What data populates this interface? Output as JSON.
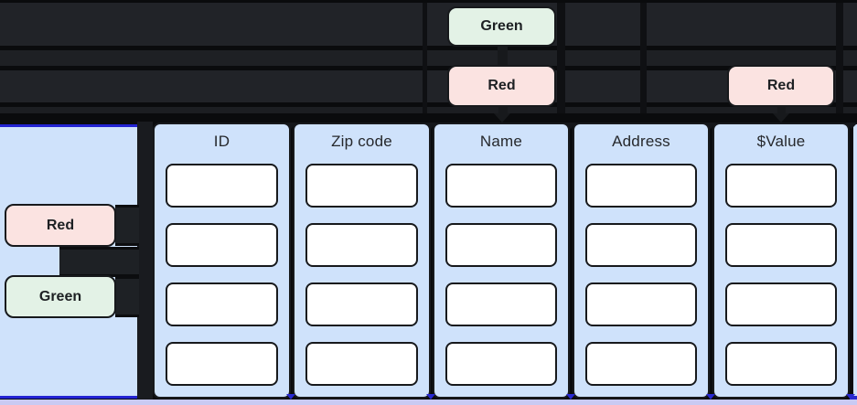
{
  "diagram": {
    "top_nodes": {
      "green_top": {
        "label": "Green"
      },
      "red_center": {
        "label": "Red"
      },
      "red_right": {
        "label": "Red"
      }
    },
    "left_panel": {
      "badge_red": {
        "label": "Red"
      },
      "badge_green": {
        "label": "Green"
      }
    },
    "table": {
      "columns": [
        {
          "header": "ID",
          "cells": [
            "",
            "",
            "",
            ""
          ]
        },
        {
          "header": "Zip code",
          "cells": [
            "",
            "",
            "",
            ""
          ]
        },
        {
          "header": "Name",
          "cells": [
            "",
            "",
            "",
            ""
          ]
        },
        {
          "header": "Address",
          "cells": [
            "",
            "",
            "",
            ""
          ]
        },
        {
          "header": "$Value",
          "cells": [
            "",
            "",
            "",
            ""
          ]
        }
      ]
    },
    "colors": {
      "background": "#0a0b0d",
      "band_dark": "#212328",
      "badge_red_bg": "#fbe3e1",
      "badge_green_bg": "#e3f2e6",
      "panel_blue_bg": "#cfe2fb",
      "border_dark": "#17191c",
      "selection_blue": "#2323d3",
      "gap_arrow_blue": "#2828cf",
      "lavender_strip": "#c9caf3"
    }
  }
}
